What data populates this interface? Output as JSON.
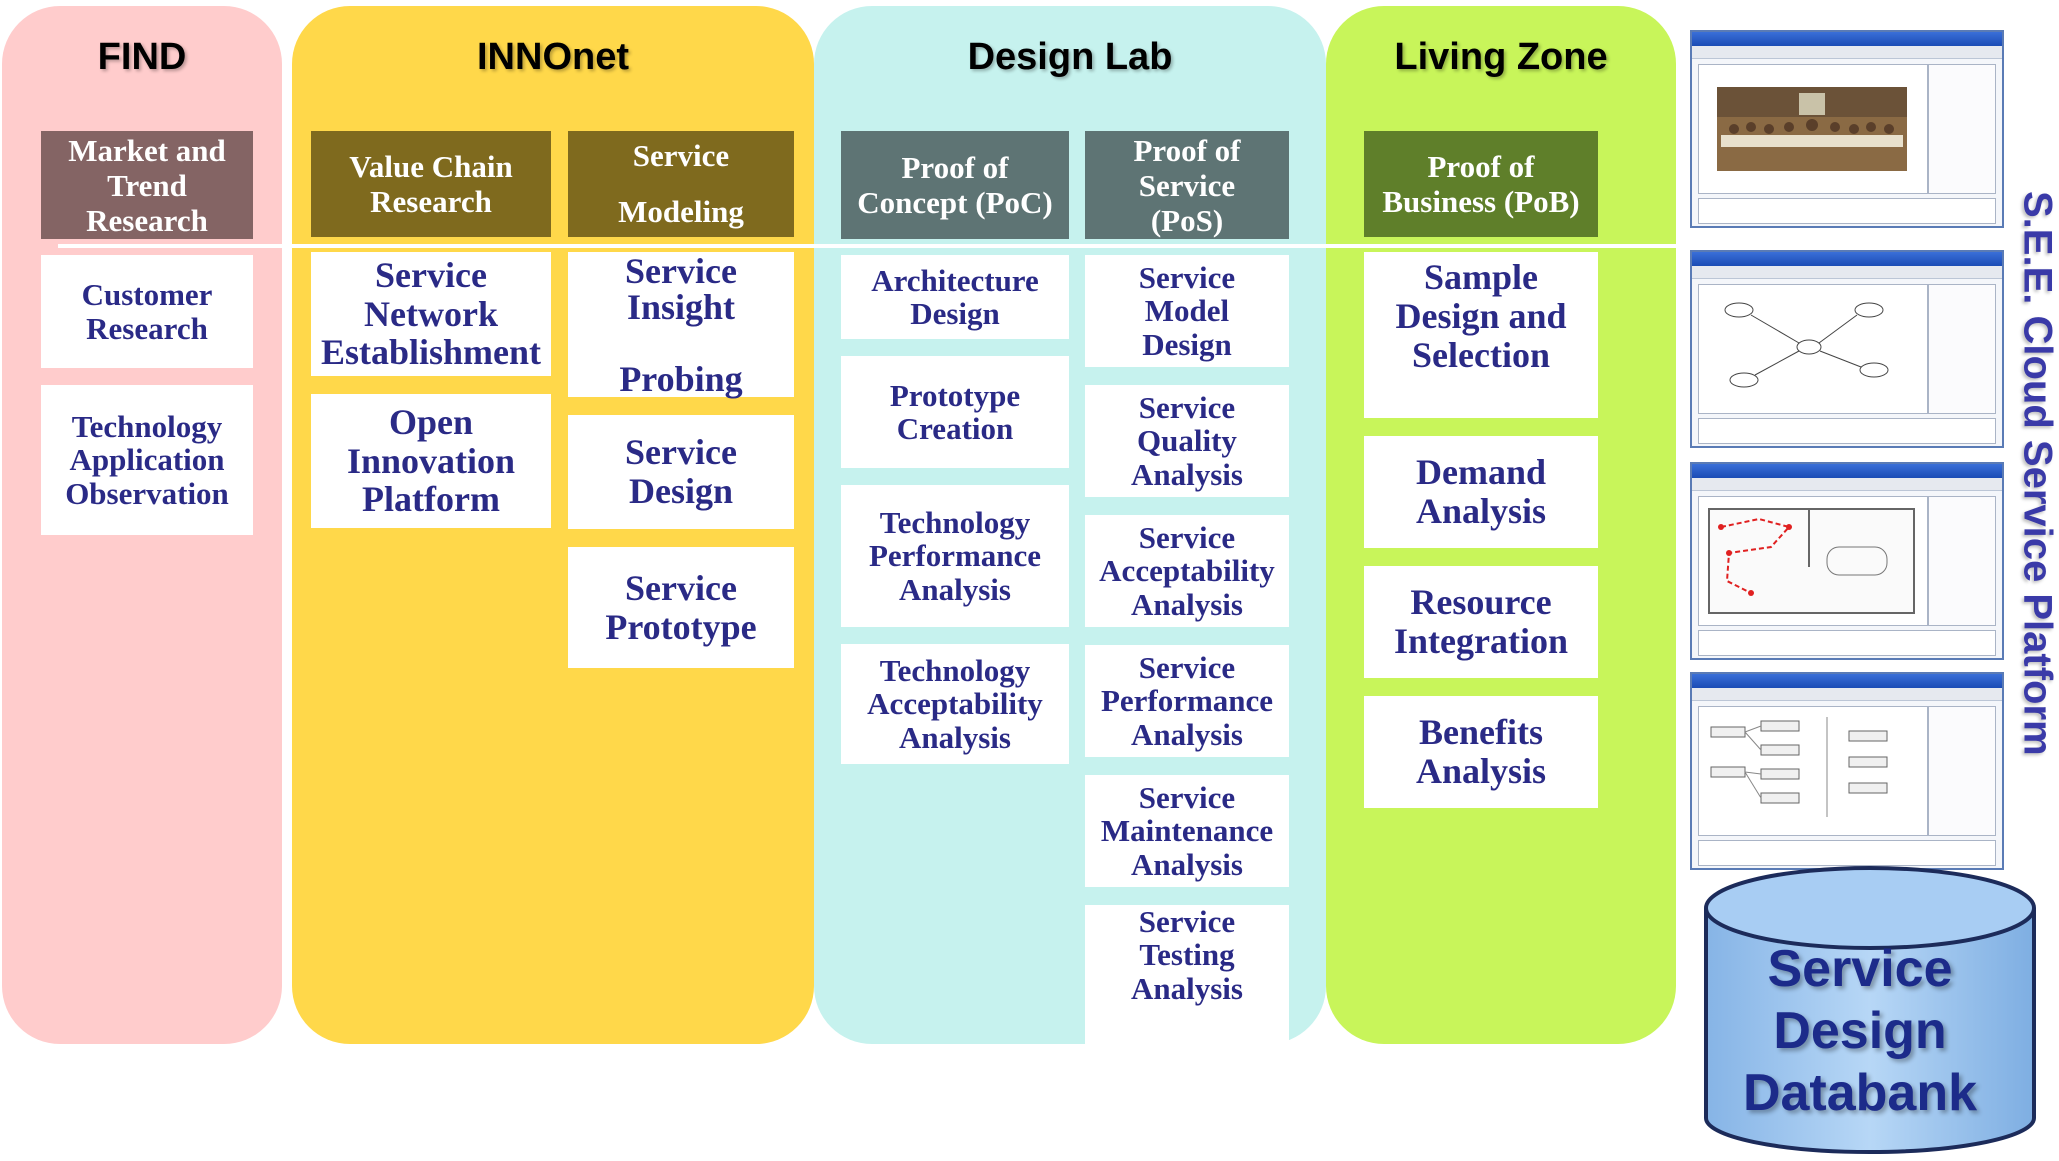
{
  "colors": {
    "find_bg": "#ffcccc",
    "innonet_bg": "#ffd84a",
    "designlab_bg": "#c6f2ee",
    "livingzone_bg": "#c8f55a",
    "find_header": "#846464",
    "innonet_header": "#7f6a1e",
    "designlab_header": "#5e7474",
    "livingzone_header": "#5f7f2a",
    "item_text": "#2a2a86",
    "database": "#9ec6ee"
  },
  "panels": {
    "find": {
      "title": "FIND",
      "headers": [
        "Market and\nTrend\nResearch"
      ],
      "items": [
        "Customer\nResearch",
        "Technology\nApplication\nObservation"
      ]
    },
    "innonet": {
      "title": "INNOnet",
      "headers": [
        "Value Chain\nResearch",
        "Service\n\nModeling"
      ],
      "col1_items": [
        "Service\nNetwork\nEstablishment",
        "Open\nInnovation\nPlatform"
      ],
      "col2_items": [
        "Service\nInsight\n\nProbing",
        "Service\nDesign",
        "Service\nPrototype"
      ]
    },
    "design_lab": {
      "title": "Design Lab",
      "headers": [
        "Proof of\nConcept (PoC)",
        "Proof of\nService\n(PoS)"
      ],
      "col1_items": [
        "Architecture\nDesign",
        "Prototype\nCreation",
        "Technology\nPerformance\nAnalysis",
        "Technology\nAcceptability\nAnalysis"
      ],
      "col2_items": [
        "Service\nModel\nDesign",
        "Service\nQuality\nAnalysis",
        "Service\nAcceptability\nAnalysis",
        "Service\nPerformance\nAnalysis",
        "Service\nMaintenance\nAnalysis",
        "Service\nTesting\nAnalysis"
      ]
    },
    "living_zone": {
      "title": "Living Zone",
      "headers": [
        "Proof of\nBusiness (PoB)"
      ],
      "items": [
        "Sample\nDesign and\nSelection",
        "Demand\nAnalysis",
        "Resource\nIntegration",
        "Benefits\nAnalysis"
      ]
    }
  },
  "platform": {
    "vertical_label": "S.E.E. Cloud Service Platform",
    "screenshots": [
      "painting-screenshot",
      "network-diagram-screenshot",
      "floor-plan-screenshot",
      "flowchart-screenshot"
    ],
    "database_label": "Service\nDesign\nDatabank"
  }
}
